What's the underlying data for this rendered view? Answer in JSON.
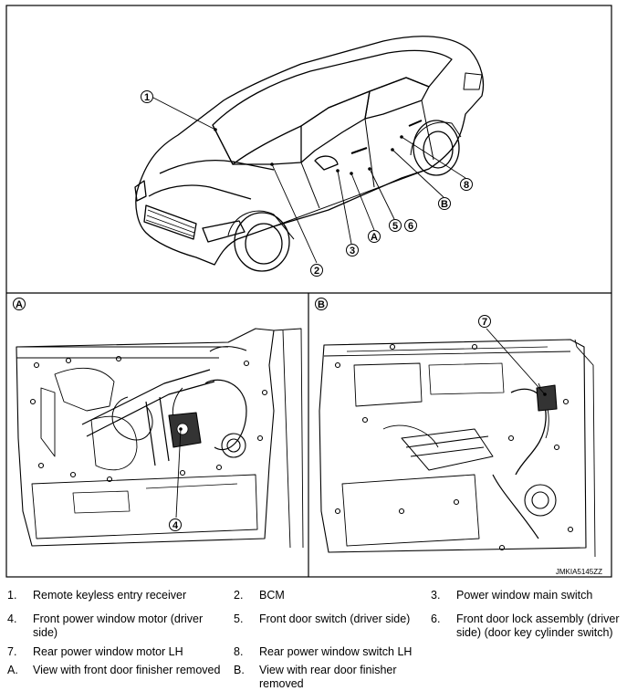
{
  "callouts": {
    "main": [
      "1",
      "2",
      "3",
      "A",
      "5",
      "6",
      "B",
      "8"
    ],
    "panel_a": {
      "letter": "A",
      "item": "4"
    },
    "panel_b": {
      "letter": "B",
      "item": "7"
    }
  },
  "reference_code": "JMKIA5145ZZ",
  "legend": [
    {
      "num": "1.",
      "text": "Remote keyless entry receiver"
    },
    {
      "num": "2.",
      "text": "BCM"
    },
    {
      "num": "3.",
      "text": "Power window main switch"
    },
    {
      "num": "4.",
      "text": "Front power window motor (driver side)"
    },
    {
      "num": "5.",
      "text": "Front door switch (driver side)"
    },
    {
      "num": "6.",
      "text": "Front door lock assembly (driver side) (door key cylinder switch)"
    },
    {
      "num": "7.",
      "text": "Rear power window motor LH"
    },
    {
      "num": "8.",
      "text": "Rear power window switch LH"
    },
    {
      "num": "A.",
      "text": "View with front door finisher removed"
    },
    {
      "num": "B.",
      "text": "View with rear door finisher removed"
    }
  ]
}
